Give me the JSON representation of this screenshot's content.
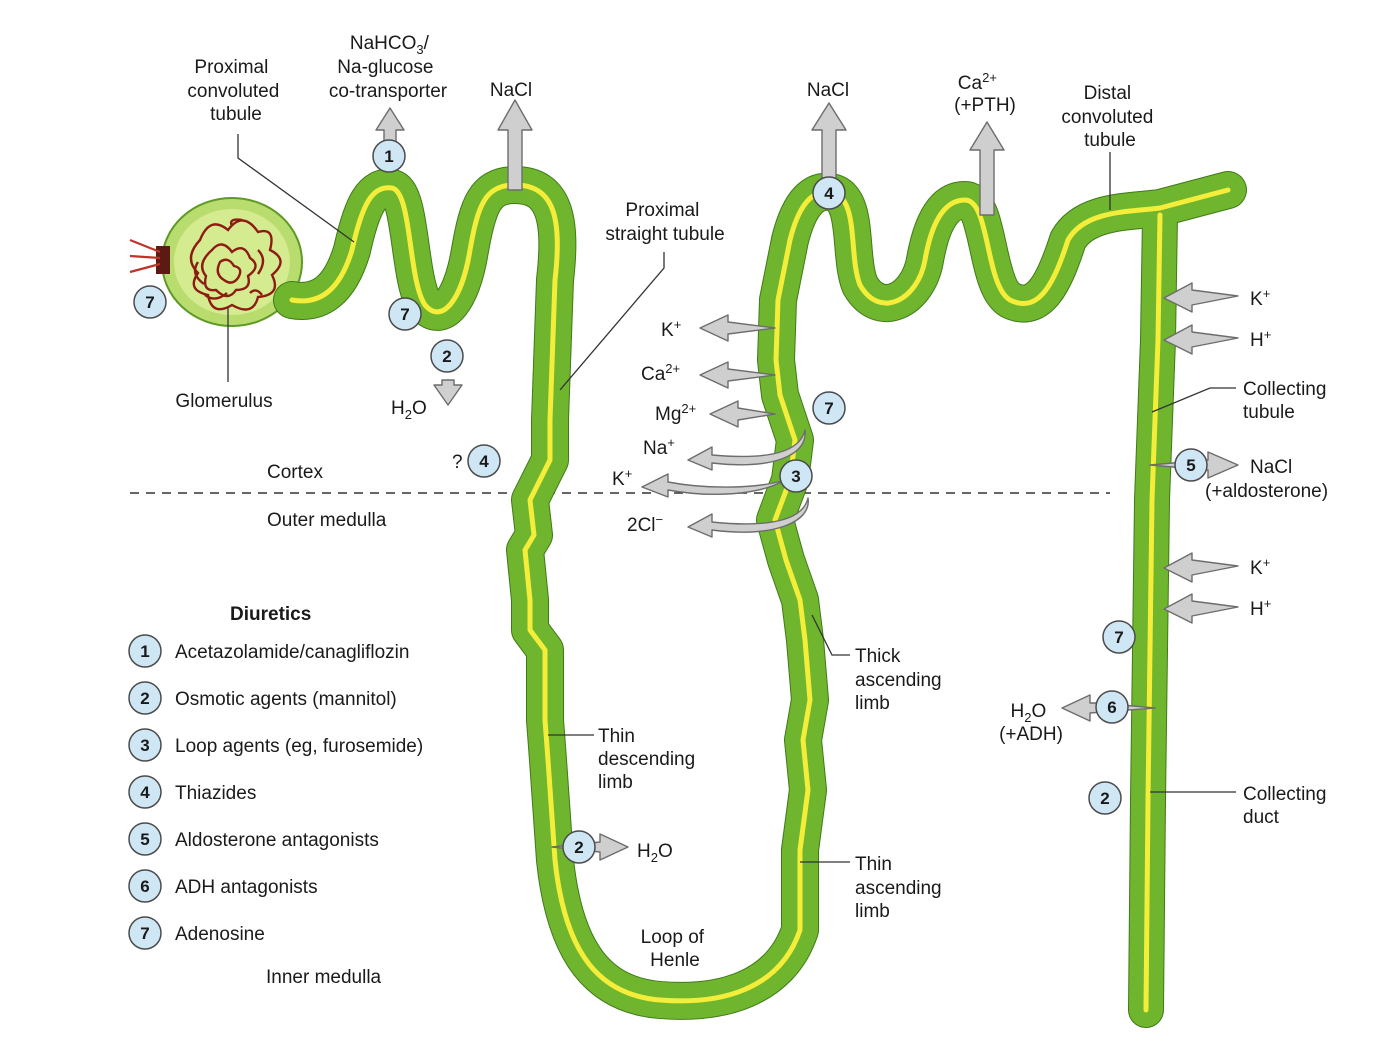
{
  "colors": {
    "tubule": "#6fb52e",
    "lumen": "#f4ee3a",
    "badge": "#cfe6f5",
    "arrow": "#cfcfcf"
  },
  "labels": {
    "proximal_convoluted": [
      "Proximal",
      "convoluted",
      "tubule"
    ],
    "nahco3": [
      "NaHCO",
      "3",
      "/",
      "Na-glucose",
      "co-transporter"
    ],
    "nacl_top_left": "NaCl",
    "nacl_top_right": "NaCl",
    "ca_pth": [
      "Ca",
      "2+",
      "(+PTH)"
    ],
    "distal_convoluted": [
      "Distal",
      "convoluted",
      "tubule"
    ],
    "proximal_straight": [
      "Proximal",
      "straight tubule"
    ],
    "glomerulus": "Glomerulus",
    "h2o_prox": [
      "H",
      "2",
      "O"
    ],
    "question": "?",
    "cortex": "Cortex",
    "outer_medulla": "Outer medulla",
    "inner_medulla": "Inner medulla",
    "k_thick": [
      "K",
      "+"
    ],
    "ca_thick": [
      "Ca",
      "2+"
    ],
    "mg_thick": [
      "Mg",
      "2+"
    ],
    "na_thick": [
      "Na",
      "+"
    ],
    "k2_thick": [
      "K",
      "+"
    ],
    "cl_thick": [
      "2Cl",
      "−"
    ],
    "k_collect1": [
      "K",
      "+"
    ],
    "h_collect1": [
      "H",
      "+"
    ],
    "collecting_tubule": [
      "Collecting",
      "tubule"
    ],
    "nacl_aldo": [
      "NaCl",
      "(+aldosterone)"
    ],
    "k_collect2": [
      "K",
      "+"
    ],
    "h_collect2": [
      "H",
      "+"
    ],
    "thick_ascending": [
      "Thick",
      "ascending",
      "limb"
    ],
    "h2o_adh": [
      "H",
      "2",
      "O",
      "(+ADH)"
    ],
    "thin_descending": [
      "Thin",
      "descending",
      "limb"
    ],
    "collecting_duct": [
      "Collecting",
      "duct"
    ],
    "h2o_loop": [
      "H",
      "2",
      "O"
    ],
    "thin_ascending": [
      "Thin",
      "ascending",
      "limb"
    ],
    "loop_of_henle": [
      "Loop of",
      "Henle"
    ]
  },
  "badges": {
    "b1": "1",
    "b7_glom": "7",
    "b7_prox": "7",
    "b2_prox": "2",
    "b4_q": "4",
    "b4_top": "4",
    "b7_thick": "7",
    "b3": "3",
    "b5": "5",
    "b7_coll": "7",
    "b6": "6",
    "b2_coll": "2",
    "b2_loop": "2"
  },
  "legend": {
    "title": "Diuretics",
    "items": [
      {
        "num": "1",
        "label": "Acetazolamide/canagliflozin"
      },
      {
        "num": "2",
        "label": "Osmotic agents (mannitol)"
      },
      {
        "num": "3",
        "label": "Loop agents (eg, furosemide)"
      },
      {
        "num": "4",
        "label": "Thiazides"
      },
      {
        "num": "5",
        "label": "Aldosterone antagonists"
      },
      {
        "num": "6",
        "label": "ADH antagonists"
      },
      {
        "num": "7",
        "label": "Adenosine"
      }
    ]
  }
}
